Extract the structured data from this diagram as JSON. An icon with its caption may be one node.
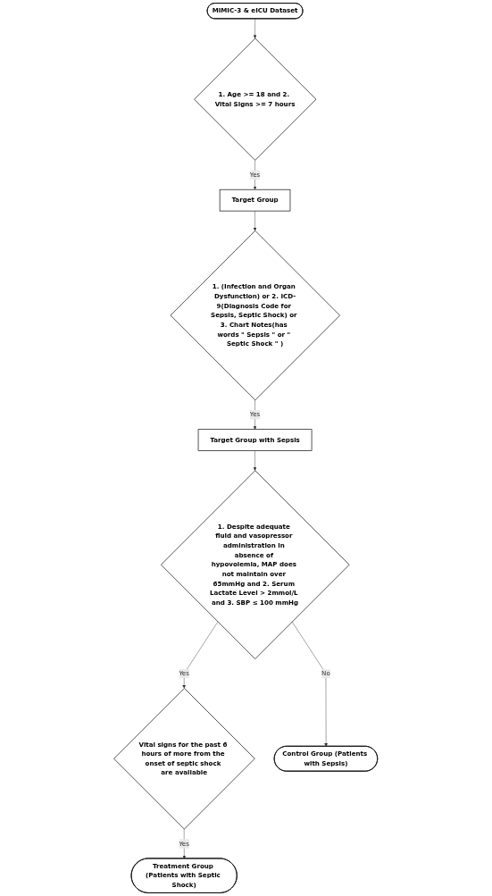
{
  "diagram": {
    "nodes": [
      {
        "text": [
          "MIMIC-3 & eICU Dataset"
        ]
      },
      {
        "text": [
          "1. Age >= 18 and 2. Vital Signs >= 7 hours"
        ]
      },
      {
        "text": [
          "Target Group"
        ]
      },
      {
        "text": [
          "1. (Infection and Organ Dysfunction) or 2. ICD-9(Diagnosis Code for Sepsis, Septic Shock) or 3. Chart Notes(has words \" Sepsis \" or \" Septic Shock \" )"
        ]
      },
      {
        "text": [
          "Target Group with Sepsis"
        ]
      },
      {
        "text": [
          "1. Despite adequate fluid and vasopressor administration in absence of hypovolemia, MAP does not maintain over 65mmHg and 2. Serum Lactate Level > 2mmol/L and 3. SBP ≤ 100 mmHg"
        ]
      },
      {
        "text": [
          "Vital signs for the past 6 hours of more from the onset of septic shock are available"
        ]
      },
      {
        "text": [
          "Control Group (Patients with Sepsis)"
        ]
      },
      {
        "text": [
          "Treatment Group (Patients with Septic Shock)"
        ]
      }
    ],
    "edges": [
      {
        "from": 0,
        "to": 1,
        "arrow": "to"
      },
      {
        "from": 1,
        "to": 2,
        "arrow": "to",
        "label": "Yes"
      },
      {
        "from": 2,
        "to": 3,
        "arrow": "to"
      },
      {
        "from": 3,
        "to": 4,
        "arrow": "to",
        "label": "Yes"
      },
      {
        "from": 4,
        "to": 5,
        "arrow": "to"
      },
      {
        "from": 5,
        "to": 7,
        "arrow": "to",
        "label": "No"
      },
      {
        "from": 5,
        "to": 6,
        "arrow": "to",
        "label": "Yes"
      },
      {
        "from": 6,
        "to": 8,
        "arrow": "to",
        "label": "Yes"
      }
    ]
  }
}
